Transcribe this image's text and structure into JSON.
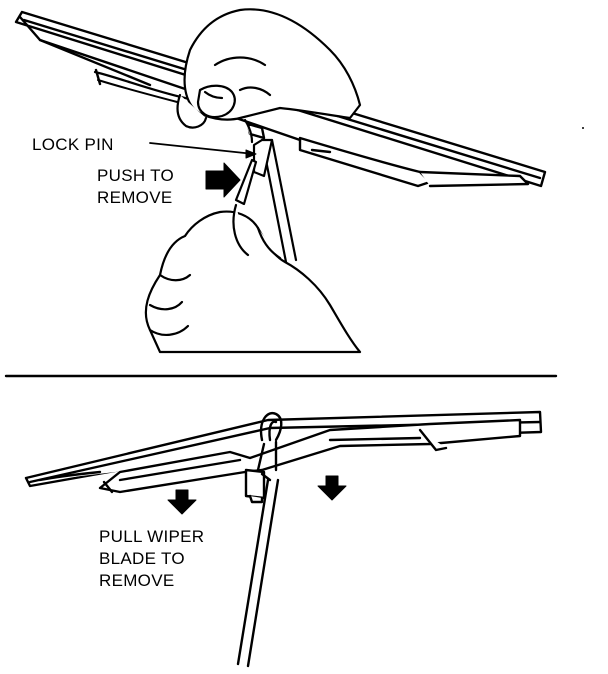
{
  "colors": {
    "ink": "#000000",
    "paper": "#ffffff"
  },
  "top_panel": {
    "lock_pin_label": "LOCK PIN",
    "push_label_line1": "PUSH TO",
    "push_label_line2": "REMOVE",
    "push_arrow_icon": "arrow-right-icon"
  },
  "bottom_panel": {
    "pull_label_line1": "PULL WIPER",
    "pull_label_line2": "BLADE TO",
    "pull_label_line3": "REMOVE",
    "pull_arrow_icon": "arrow-down-icon"
  }
}
